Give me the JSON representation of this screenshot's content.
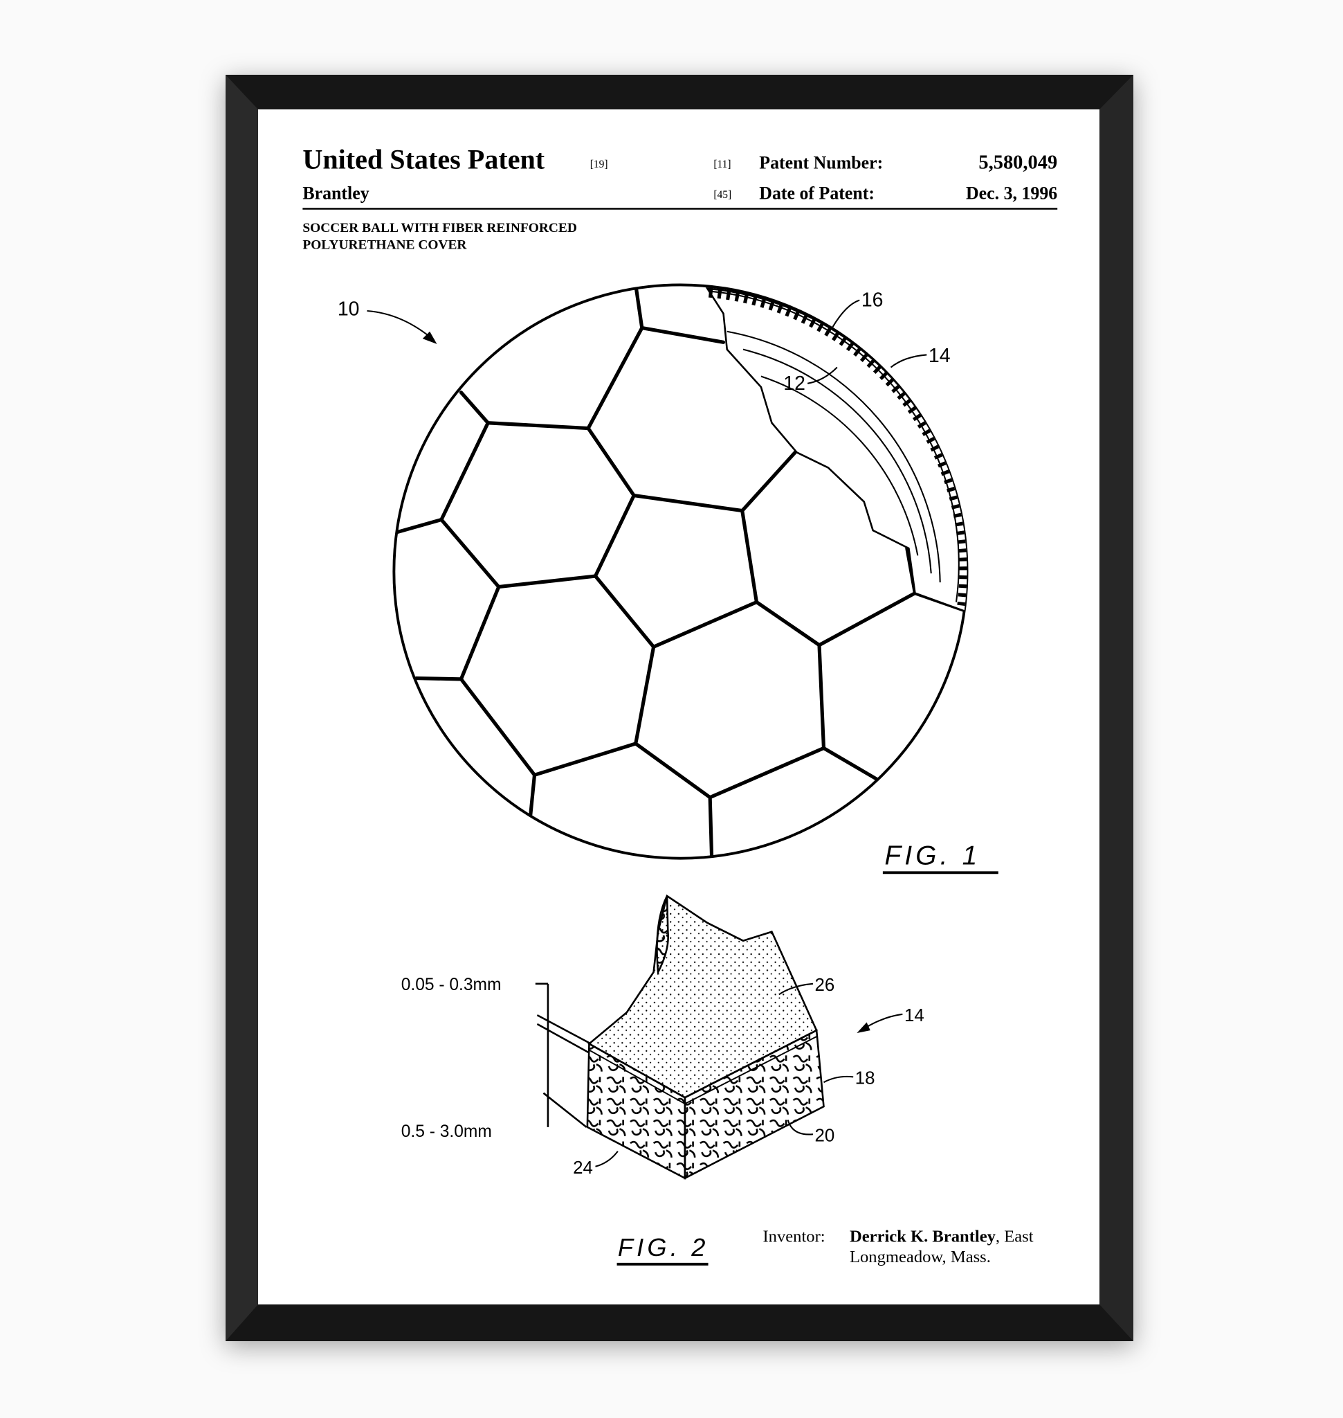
{
  "header": {
    "title": "United States Patent",
    "title_code": "[19]",
    "inventor_surname": "Brantley",
    "patent_number_code": "[11]",
    "patent_number_label": "Patent Number:",
    "patent_number": "5,580,049",
    "date_code": "[45]",
    "date_label": "Date of Patent:",
    "date": "Dec. 3, 1996"
  },
  "invention_title": {
    "line1": "SOCCER BALL WITH FIBER REINFORCED",
    "line2": "POLYURETHANE COVER"
  },
  "figure1": {
    "caption": "FIG. 1",
    "labels": {
      "ball": "10",
      "layer16": "16",
      "layer14": "14",
      "layer12": "12"
    }
  },
  "figure2": {
    "caption": "FIG. 2",
    "dim_top": "0.05 - 0.3mm",
    "dim_bottom": "0.5 - 3.0mm",
    "labels": {
      "l26": "26",
      "l14": "14",
      "l18": "18",
      "l20": "20",
      "l24": "24"
    }
  },
  "inventor": {
    "label": "Inventor:",
    "name": "Derrick K. Brantley",
    "location_part1": ", East",
    "location_part2": "Longmeadow, Mass."
  },
  "colors": {
    "frame": "#141414",
    "paper": "#ffffff",
    "ink": "#000000"
  }
}
